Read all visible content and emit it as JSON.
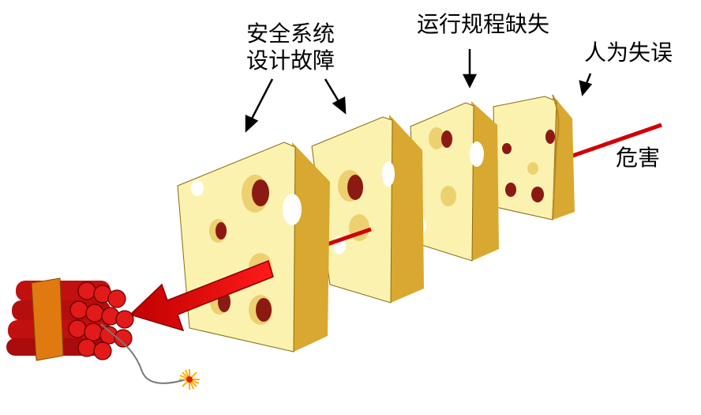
{
  "labels": {
    "safety_design_line1": "安全系统",
    "safety_design_line2": "设计故障",
    "procedure_missing": "运行规程缺失",
    "human_error": "人为失误",
    "hazard": "危害"
  },
  "colors": {
    "cheese_face": "#FBF2B0",
    "cheese_side": "#D9A830",
    "cheese_shadow": "#C99A26",
    "hole": "#8B1A12",
    "hazard_arrow": "#E00000",
    "dynamite": "#D81818",
    "band": "#E07A10"
  }
}
